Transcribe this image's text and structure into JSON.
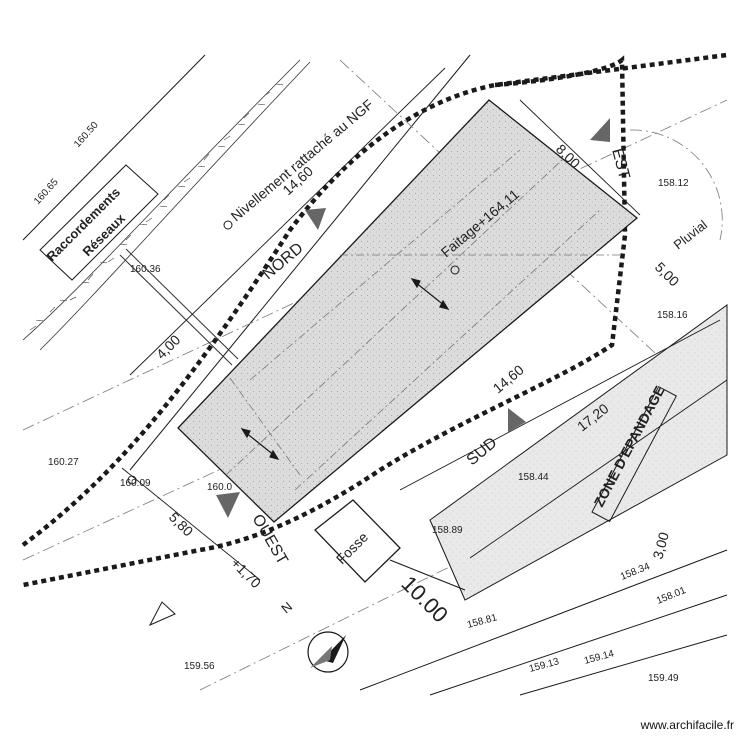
{
  "labels": {
    "raccordements": "Raccordements",
    "reseaux": "Réseaux",
    "nivellement": "Nivellement rattaché au NGF",
    "faitage": "Faitage+164,11",
    "nord": "NORD",
    "sud": "SUD",
    "est": "EST",
    "ouest": "OUEST",
    "fosse": "Fosse",
    "zone_epandage": "ZONE D'EPANDAGE",
    "pluvial": "Pluvial",
    "north_letter": "N"
  },
  "dimensions": {
    "top": "14,60",
    "bottom": "14,60",
    "left": "4,00",
    "east_top": "8,00",
    "east_bottom": "5,00",
    "west": "5,80",
    "west_offset": "+1,70",
    "zone": "17,20",
    "zone_side": "3,00",
    "road_marks": "10.00"
  },
  "elevations": {
    "e160_65": "160.65",
    "e160_50": "160.50",
    "e160_36": "160.36",
    "e160_27": "160.27",
    "e160_09": "160.09",
    "e160_0": "160.0",
    "e158_12": "158.12",
    "e158_16": "158.16",
    "e158_44": "158.44",
    "e158_89": "158.89",
    "e158_34": "158.34",
    "e158_81": "158.81",
    "e159_56": "159.56",
    "e159_49": "159.49",
    "e159_13": "159.13",
    "e159_14": "159.14",
    "e158_01": "158.01"
  },
  "credit": "www.archifacile.fr",
  "colors": {
    "house_fill": "#d8d8d8",
    "zone_fill": "#e6e6e6",
    "line": "#1a1a1a",
    "arrow": "#555555"
  }
}
